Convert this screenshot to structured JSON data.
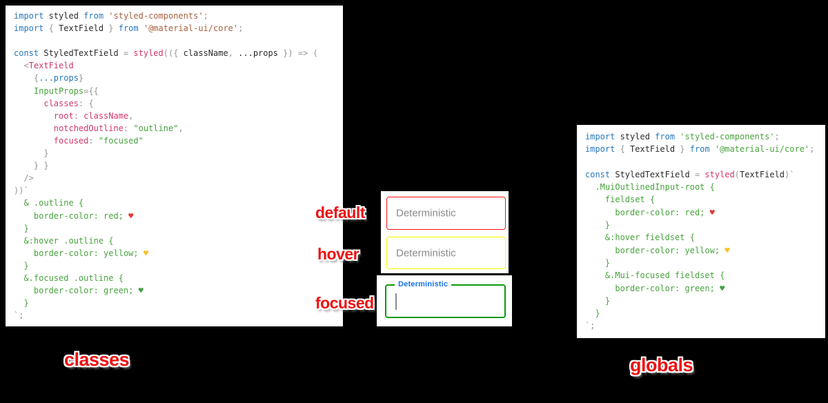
{
  "colors": {
    "background": "#000000",
    "label_red": "#ee1111",
    "notch_blue": "#1a73e8",
    "placeholder_gray": "#8a8a8a",
    "default_border": "#ff1414",
    "hover_border": "#f8f800",
    "focused_border": "#0b9a0b"
  },
  "captions": {
    "left": "classes",
    "right": "globals"
  },
  "demo": {
    "states": [
      {
        "label": "default",
        "text": "Deterministic",
        "border_color": "#ff1414"
      },
      {
        "label": "hover",
        "text": "Deterministic",
        "border_color": "#f8f800"
      },
      {
        "label": "focused",
        "notch_label": "Deterministic",
        "value": "",
        "border_color": "#0b9a0b"
      }
    ]
  },
  "snippets": {
    "classes": {
      "lines": [
        [
          {
            "t": "import ",
            "c": "kw"
          },
          {
            "t": "styled ",
            "c": "pl"
          },
          {
            "t": "from ",
            "c": "kw"
          },
          {
            "t": "'styled-components'",
            "c": "st"
          },
          {
            "t": ";",
            "c": "pu"
          }
        ],
        [
          {
            "t": "import ",
            "c": "kw"
          },
          {
            "t": "{ ",
            "c": "pu"
          },
          {
            "t": "TextField ",
            "c": "pl"
          },
          {
            "t": "} ",
            "c": "pu"
          },
          {
            "t": "from ",
            "c": "kw"
          },
          {
            "t": "'@material-ui/core'",
            "c": "st"
          },
          {
            "t": ";",
            "c": "pu"
          }
        ],
        [],
        [
          {
            "t": "const ",
            "c": "kw"
          },
          {
            "t": "StyledTextField ",
            "c": "pl"
          },
          {
            "t": "= ",
            "c": "pu"
          },
          {
            "t": "styled",
            "c": "mg"
          },
          {
            "t": "(({ ",
            "c": "pu"
          },
          {
            "t": "className",
            "c": "pl"
          },
          {
            "t": ", ",
            "c": "pu"
          },
          {
            "t": "...props",
            "c": "pl"
          },
          {
            "t": " }) => (",
            "c": "pu"
          }
        ],
        [
          {
            "t": "  <",
            "c": "pu"
          },
          {
            "t": "TextField",
            "c": "mg"
          }
        ],
        [
          {
            "t": "    {",
            "c": "pu"
          },
          {
            "t": "...props",
            "c": "kw"
          },
          {
            "t": "}",
            "c": "pu"
          }
        ],
        [
          {
            "t": "    ",
            "c": "pl"
          },
          {
            "t": "InputProps",
            "c": "gr"
          },
          {
            "t": "={{",
            "c": "pu"
          }
        ],
        [
          {
            "t": "      ",
            "c": "pl"
          },
          {
            "t": "classes",
            "c": "mg"
          },
          {
            "t": ": {",
            "c": "pu"
          }
        ],
        [
          {
            "t": "        ",
            "c": "pl"
          },
          {
            "t": "root",
            "c": "mg"
          },
          {
            "t": ": ",
            "c": "pu"
          },
          {
            "t": "className",
            "c": "mg"
          },
          {
            "t": ",",
            "c": "pu"
          }
        ],
        [
          {
            "t": "        ",
            "c": "pl"
          },
          {
            "t": "notchedOutline",
            "c": "mg"
          },
          {
            "t": ": ",
            "c": "pu"
          },
          {
            "t": "\"outline\"",
            "c": "gr"
          },
          {
            "t": ",",
            "c": "pu"
          }
        ],
        [
          {
            "t": "        ",
            "c": "pl"
          },
          {
            "t": "focused",
            "c": "mg"
          },
          {
            "t": ": ",
            "c": "pu"
          },
          {
            "t": "\"focused\"",
            "c": "gr"
          }
        ],
        [
          {
            "t": "      }",
            "c": "pu"
          }
        ],
        [
          {
            "t": "    } }",
            "c": "pu"
          }
        ],
        [
          {
            "t": "  />",
            "c": "pu"
          }
        ],
        [
          {
            "t": "))`",
            "c": "pu"
          }
        ],
        [
          {
            "t": "  & .outline {",
            "c": "gr"
          }
        ],
        [
          {
            "t": "    border-color: red; ",
            "c": "gr"
          },
          {
            "t": "♥",
            "c": "hr"
          }
        ],
        [
          {
            "t": "  }",
            "c": "gr"
          }
        ],
        [
          {
            "t": "  &:hover .outline {",
            "c": "gr"
          }
        ],
        [
          {
            "t": "    border-color: yellow; ",
            "c": "gr"
          },
          {
            "t": "♥",
            "c": "hy"
          }
        ],
        [
          {
            "t": "  }",
            "c": "gr"
          }
        ],
        [
          {
            "t": "  &.focused .outline {",
            "c": "gr"
          }
        ],
        [
          {
            "t": "    border-color: green; ",
            "c": "gr"
          },
          {
            "t": "♥",
            "c": "hg"
          }
        ],
        [
          {
            "t": "  }",
            "c": "gr"
          }
        ],
        [
          {
            "t": "`;",
            "c": "pu"
          }
        ]
      ]
    },
    "globals": {
      "lines": [
        [
          {
            "t": "import ",
            "c": "kw"
          },
          {
            "t": "styled ",
            "c": "pl"
          },
          {
            "t": "from ",
            "c": "kw"
          },
          {
            "t": "'styled-components'",
            "c": "gr"
          },
          {
            "t": ";",
            "c": "pu"
          }
        ],
        [
          {
            "t": "import ",
            "c": "kw"
          },
          {
            "t": "{ ",
            "c": "pu"
          },
          {
            "t": "TextField ",
            "c": "pl"
          },
          {
            "t": "} ",
            "c": "pu"
          },
          {
            "t": "from ",
            "c": "kw"
          },
          {
            "t": "'@material-ui/core'",
            "c": "gr"
          },
          {
            "t": ";",
            "c": "pu"
          }
        ],
        [],
        [
          {
            "t": "const ",
            "c": "kw"
          },
          {
            "t": "StyledTextField ",
            "c": "pl"
          },
          {
            "t": "= ",
            "c": "pu"
          },
          {
            "t": "styled",
            "c": "mg"
          },
          {
            "t": "(",
            "c": "pu"
          },
          {
            "t": "TextField",
            "c": "pl"
          },
          {
            "t": ")`",
            "c": "pu"
          }
        ],
        [
          {
            "t": "  .MuiOutlinedInput-root {",
            "c": "gr"
          }
        ],
        [
          {
            "t": "    fieldset {",
            "c": "gr"
          }
        ],
        [
          {
            "t": "      border-color: red; ",
            "c": "gr"
          },
          {
            "t": "♥",
            "c": "hr"
          }
        ],
        [
          {
            "t": "    }",
            "c": "gr"
          }
        ],
        [
          {
            "t": "    &:hover fieldset {",
            "c": "gr"
          }
        ],
        [
          {
            "t": "      border-color: yellow; ",
            "c": "gr"
          },
          {
            "t": "♥",
            "c": "hy"
          }
        ],
        [
          {
            "t": "    }",
            "c": "gr"
          }
        ],
        [
          {
            "t": "    &.Mui-focused fieldset {",
            "c": "gr"
          }
        ],
        [
          {
            "t": "      border-color: green; ",
            "c": "gr"
          },
          {
            "t": "♥",
            "c": "hg"
          }
        ],
        [
          {
            "t": "    }",
            "c": "gr"
          }
        ],
        [
          {
            "t": "  }",
            "c": "gr"
          }
        ],
        [
          {
            "t": "`;",
            "c": "pu"
          }
        ]
      ]
    }
  }
}
